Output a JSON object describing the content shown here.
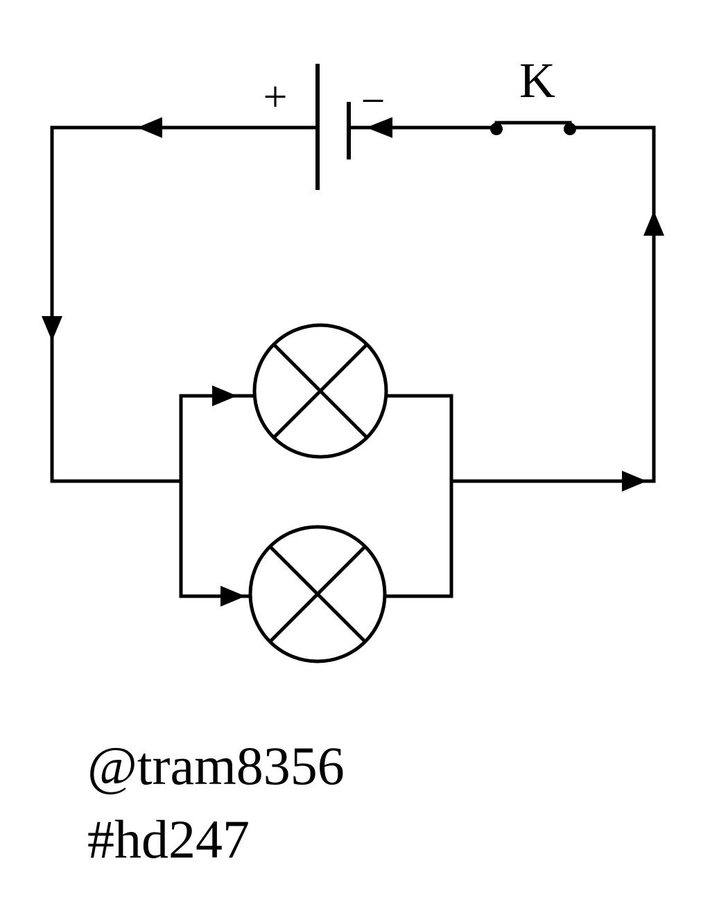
{
  "diagram": {
    "switch_label": "K",
    "battery_positive_label": "+",
    "battery_negative_label": "−",
    "stroke_color": "#000000",
    "background_color": "#ffffff"
  },
  "caption": {
    "handle": "@tram8356",
    "tag": "#hd247"
  }
}
